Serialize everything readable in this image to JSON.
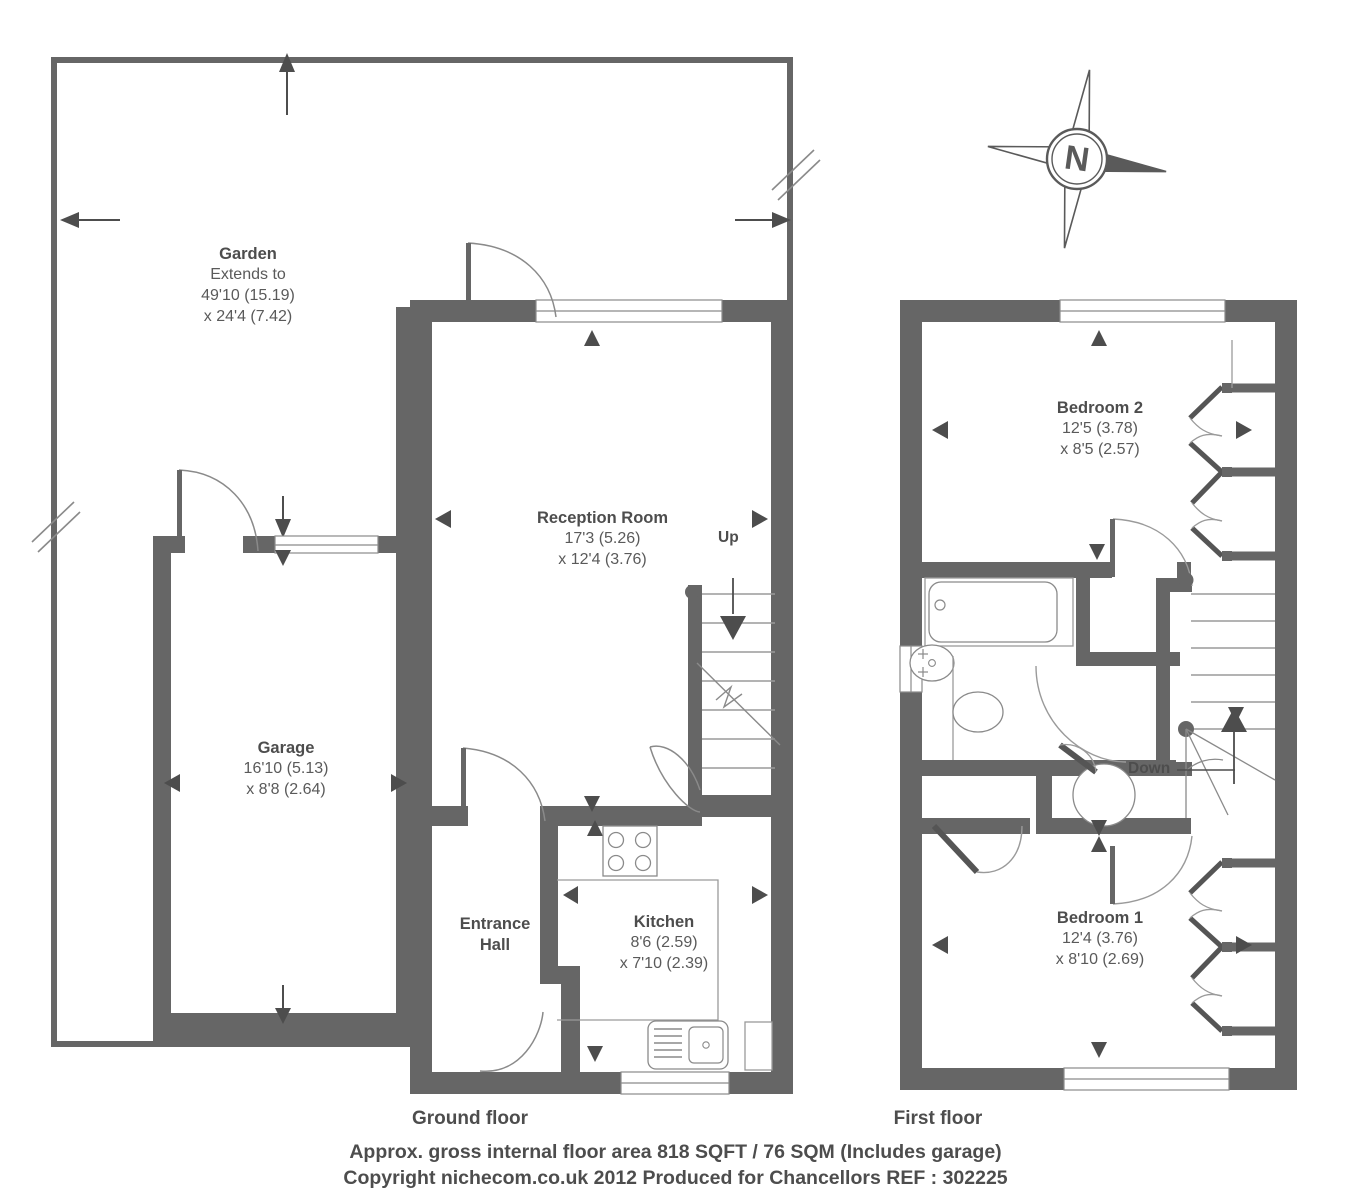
{
  "document": {
    "type": "floor-plan",
    "colors": {
      "wall": "#666666",
      "thin_line": "#8a8a8a",
      "text": "#555555",
      "background": "#ffffff"
    }
  },
  "compass": {
    "name": "compass-rose",
    "letter": "N"
  },
  "ground_floor": {
    "title": "Ground floor",
    "rooms": [
      {
        "key": "garden",
        "name": "Garden",
        "lines": [
          "Extends to",
          "49'10 (15.19)",
          "x 24'4 (7.42)"
        ],
        "width_ft": "49'10",
        "width_m": "15.19",
        "depth_ft": "24'4",
        "depth_m": "7.42"
      },
      {
        "key": "reception_room",
        "name": "Reception Room",
        "lines": [
          "17'3 (5.26)",
          "x 12'4 (3.76)"
        ],
        "width_ft": "17'3",
        "width_m": "5.26",
        "depth_ft": "12'4",
        "depth_m": "3.76"
      },
      {
        "key": "garage",
        "name": "Garage",
        "lines": [
          "16'10 (5.13)",
          "x 8'8 (2.64)"
        ],
        "width_ft": "16'10",
        "width_m": "5.13",
        "depth_ft": "8'8",
        "depth_m": "2.64"
      },
      {
        "key": "kitchen",
        "name": "Kitchen",
        "lines": [
          "8'6 (2.59)",
          "x 7'10 (2.39)"
        ],
        "width_ft": "8'6",
        "width_m": "2.59",
        "depth_ft": "7'10",
        "depth_m": "2.39"
      },
      {
        "key": "entrance_hall",
        "name_line1": "Entrance",
        "name_line2": "Hall",
        "name": "Entrance Hall",
        "lines": []
      }
    ],
    "stair_label": "Up"
  },
  "first_floor": {
    "title": "First floor",
    "rooms": [
      {
        "key": "bedroom_2",
        "name": "Bedroom 2",
        "lines": [
          "12'5 (3.78)",
          "x 8'5 (2.57)"
        ],
        "width_ft": "12'5",
        "width_m": "3.78",
        "depth_ft": "8'5",
        "depth_m": "2.57"
      },
      {
        "key": "bedroom_1",
        "name": "Bedroom 1",
        "lines": [
          "12'4 (3.76)",
          "x 8'10 (2.69)"
        ],
        "width_ft": "12'4",
        "width_m": "3.76",
        "depth_ft": "8'10",
        "depth_m": "2.69"
      }
    ],
    "stair_label": "Down"
  },
  "footer": {
    "line1": "Approx. gross internal floor area 818 SQFT / 76 SQM (Includes garage)",
    "line2": "Copyright nichecom.co.uk 2012 Produced for Chancellors REF : 302225",
    "area_sqft": "818",
    "area_sqm": "76",
    "copyright_site": "nichecom.co.uk",
    "year": "2012",
    "agent": "Chancellors",
    "ref": "302225"
  }
}
